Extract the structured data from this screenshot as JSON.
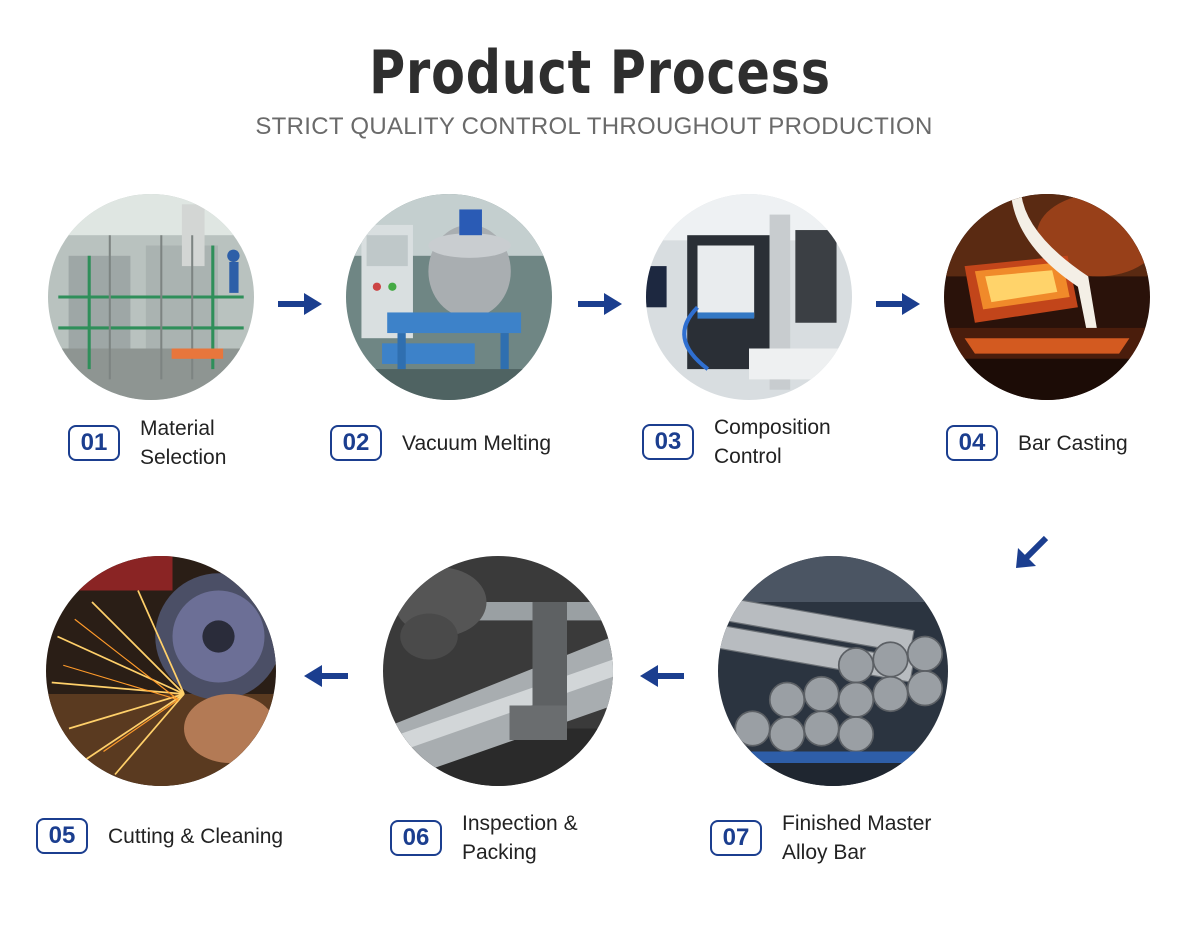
{
  "header": {
    "title": "Product Process",
    "subtitle": "STRICT QUALITY CONTROL THROUGHOUT PRODUCTION"
  },
  "steps": [
    {
      "num": "01",
      "line1": "Material",
      "line2": "Selection",
      "image": "factory-plant-photo"
    },
    {
      "num": "02",
      "line1": "Vacuum Melting",
      "line2": "",
      "image": "vacuum-furnace-photo"
    },
    {
      "num": "03",
      "line1": "Composition",
      "line2": "Control",
      "image": "spectrometer-photo"
    },
    {
      "num": "04",
      "line1": "Bar Casting",
      "line2": "",
      "image": "molten-metal-casting-photo"
    },
    {
      "num": "05",
      "line1": "Cutting & Cleaning",
      "line2": "",
      "image": "grinding-sparks-photo"
    },
    {
      "num": "06",
      "line1": "Inspection &",
      "line2": "Packing",
      "image": "micrometer-inspection-photo"
    },
    {
      "num": "07",
      "line1": "Finished Master",
      "line2": "Alloy Bar",
      "image": "steel-bars-stack-photo"
    }
  ],
  "colors": {
    "accent": "#1b3e8f",
    "title": "#2e2e2e",
    "subtitle": "#6a6a6a"
  }
}
